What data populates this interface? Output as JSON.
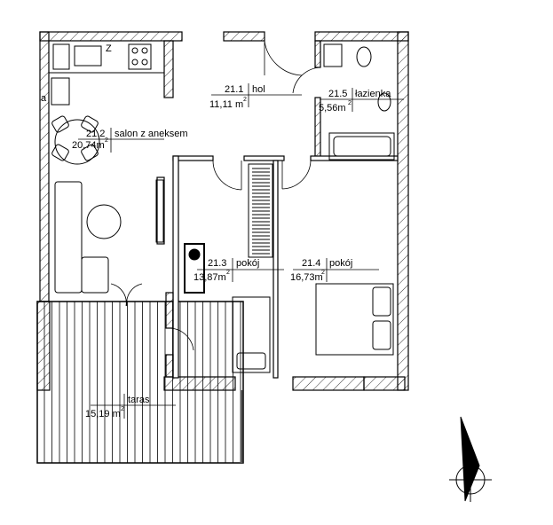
{
  "rooms": [
    {
      "number": "21.1",
      "name": "hol",
      "area": "11,11 m",
      "unit_sup": "2"
    },
    {
      "number": "21.2",
      "name": "salon z aneksem",
      "area": "20,74m",
      "unit_sup": "2"
    },
    {
      "number": "21.3",
      "name": "pokój",
      "area": "13,87m",
      "unit_sup": "2"
    },
    {
      "number": "21.4",
      "name": "pokój",
      "area": "16,73m",
      "unit_sup": "2"
    },
    {
      "number": "21.5",
      "name": "łazienka",
      "area": "5,56m",
      "unit_sup": "2"
    },
    {
      "number": "",
      "name": "taras",
      "area": "15,19 m",
      "unit_sup": "2"
    }
  ],
  "kitchen_marks": {
    "z": "Z",
    "a": "a"
  },
  "compass": {
    "icon": "north-arrow-icon"
  }
}
